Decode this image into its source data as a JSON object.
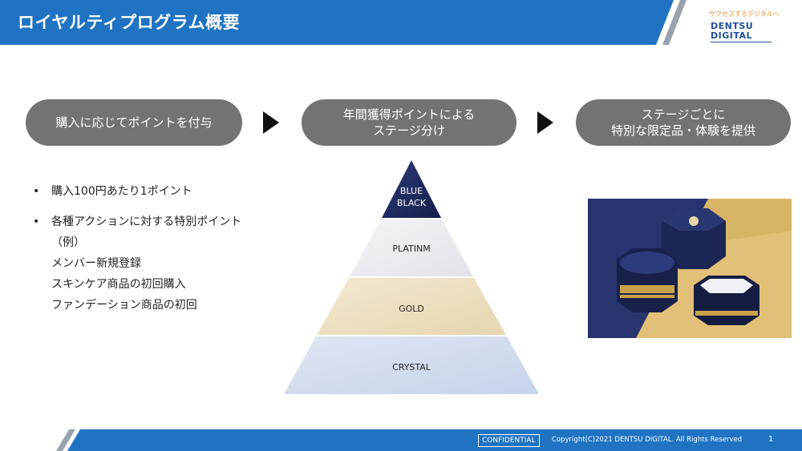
{
  "header": {
    "title": "ロイヤルティプログラム概要",
    "logo_tagline": "サクセスするデジタルへ",
    "logo_line1": "DENTSU",
    "logo_line2": "DIGITAL"
  },
  "steps": [
    {
      "line1": "購入に応じてポイントを付与",
      "line2": ""
    },
    {
      "line1": "年間獲得ポイントによる",
      "line2": "ステージ分け"
    },
    {
      "line1": "ステージごとに",
      "line2": "特別な限定品・体験を提供"
    }
  ],
  "bullets": {
    "marker": "•",
    "item1": "購入100円あたり1ポイント",
    "item2": "各種アクションに対する特別ポイント",
    "sub": [
      "（例）",
      "メンバー新規登録",
      "スキンケア商品の初回購入",
      "ファンデーション商品の初回"
    ]
  },
  "pyramid": {
    "tiers": [
      {
        "line1": "BLUE",
        "line2": "BLACK"
      },
      {
        "line1": "PLATINM",
        "line2": ""
      },
      {
        "line1": "GOLD",
        "line2": ""
      },
      {
        "line1": "CRYSTAL",
        "line2": ""
      }
    ]
  },
  "colors": {
    "brand_blue": "#1f73c2",
    "pill_gray": "#737373",
    "tier_blue_black": "#1e2a5c",
    "tier_platinum": "#ebebf2",
    "tier_gold": "#efe3c6",
    "tier_crystal": "#d4deee"
  },
  "footer": {
    "confidential": "CONFIDENTIAL",
    "copyright": "Copyright(C)2021 DENTSU DIGITAL. All Rights Reserved",
    "page": "1"
  }
}
